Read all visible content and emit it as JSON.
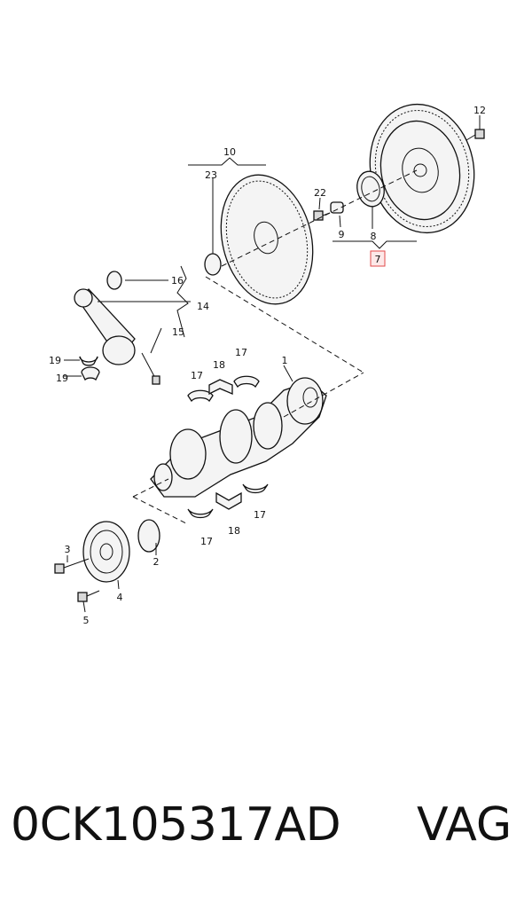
{
  "callouts": {
    "c1": "1",
    "c2": "2",
    "c3": "3",
    "c4": "4",
    "c5": "5",
    "c7": "7",
    "c8": "8",
    "c9": "9",
    "c10": "10",
    "c12": "12",
    "c14": "14",
    "c15": "15",
    "c16": "16",
    "c17a": "17",
    "c17b": "17",
    "c17c": "17",
    "c17d": "17",
    "c18a": "18",
    "c18b": "18",
    "c19a": "19",
    "c19b": "19",
    "c22": "22",
    "c23": "23"
  },
  "highlight_color": "#e24a4a",
  "footer": {
    "part_number": "0CK105317AD",
    "brand": "VAG"
  }
}
